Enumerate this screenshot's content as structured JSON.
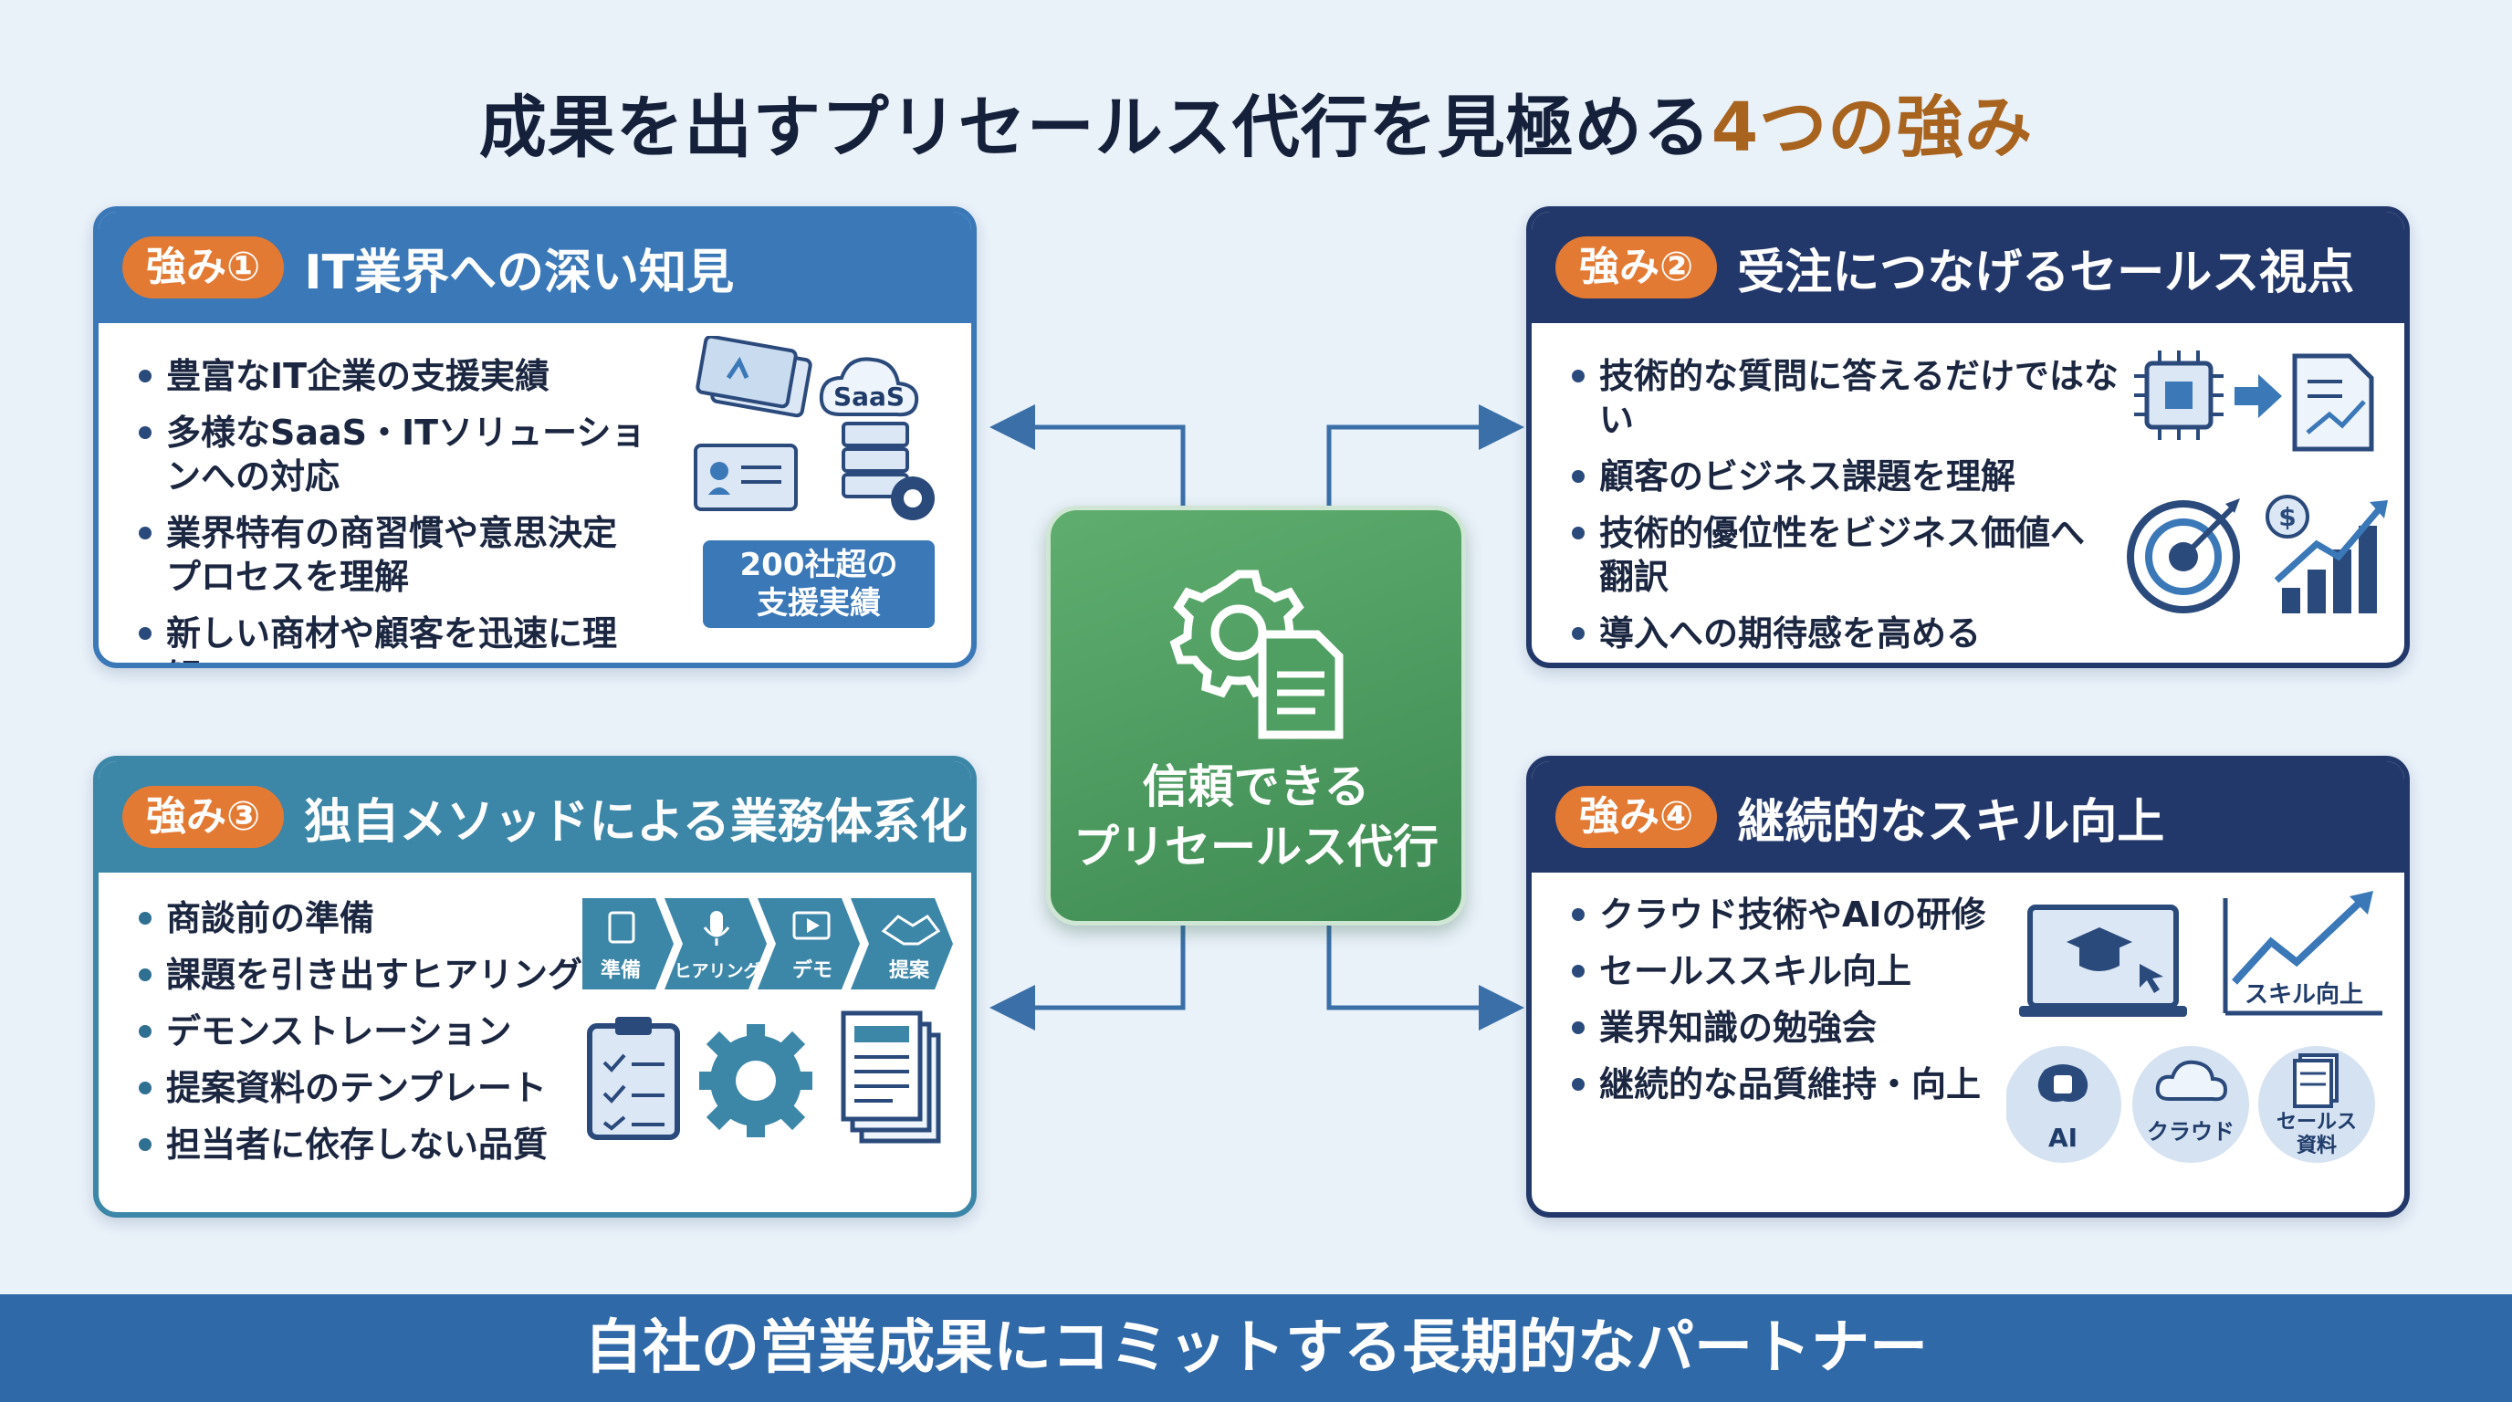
{
  "title": {
    "main": "成果を出すプリセールス代行を見極める",
    "accent": "4つの強み"
  },
  "center": {
    "line1": "信頼できる",
    "line2": "プリセールス代行"
  },
  "cards": [
    {
      "badge": "強み①",
      "title": "IT業界への深い知見",
      "items": [
        "豊富なIT企業の支援実績",
        "多様なSaaS・ITソリューションへの対応",
        "業界特有の商習慣や意思決定\nプロセスを理解",
        "新しい商材や顧客を迅速に理解"
      ],
      "icon_labels": {
        "saas": "SaaS"
      },
      "stat": {
        "line1": "200社超の",
        "line2": "支援実績"
      }
    },
    {
      "badge": "強み②",
      "title": "受注につなげるセールス視点",
      "items": [
        "技術的な質問に答えるだけではない",
        "顧客のビジネス課題を理解",
        "技術的優位性をビジネス価値へ\n翻訳",
        "導入への期待感を高める"
      ]
    },
    {
      "badge": "強み③",
      "title": "独自メソッドによる業務体系化",
      "items": [
        "商談前の準備",
        "課題を引き出すヒアリング",
        "デモンストレーション",
        "提案資料のテンプレート",
        "担当者に依存しない品質"
      ],
      "steps": [
        "準備",
        "ヒアリング",
        "デモ",
        "提案"
      ]
    },
    {
      "badge": "強み④",
      "title": "継続的なスキル向上",
      "items": [
        "クラウド技術やAIの研修",
        "セールススキル向上",
        "業界知識の勉強会",
        "継続的な品質維持・向上"
      ],
      "icon_labels": {
        "skill": "スキル向上",
        "ai": "AI",
        "cloud": "クラウド",
        "docs_line1": "セールス",
        "docs_line2": "資料"
      }
    }
  ],
  "footer": "自社の営業成果にコミットする長期的なパートナー",
  "colors": {
    "orange": "#e27a33",
    "blue": "#3a78b8",
    "navy": "#23386a",
    "teal": "#3c86a8",
    "green": "#4f9e62"
  },
  "icons": [
    "document-stack-icon",
    "saas-cloud-icon",
    "id-card-icon",
    "server-gear-icon",
    "chip-icon",
    "arrow-right-icon",
    "chart-document-icon",
    "target-icon",
    "growth-chart-icon",
    "gear-document-icon",
    "checklist-icon",
    "microphone-icon",
    "play-icon",
    "handshake-icon",
    "clipboard-icon",
    "gear-icon",
    "documents-icon",
    "laptop-graduation-icon",
    "rising-chart-icon",
    "brain-icon",
    "cloud-icon",
    "files-icon"
  ]
}
